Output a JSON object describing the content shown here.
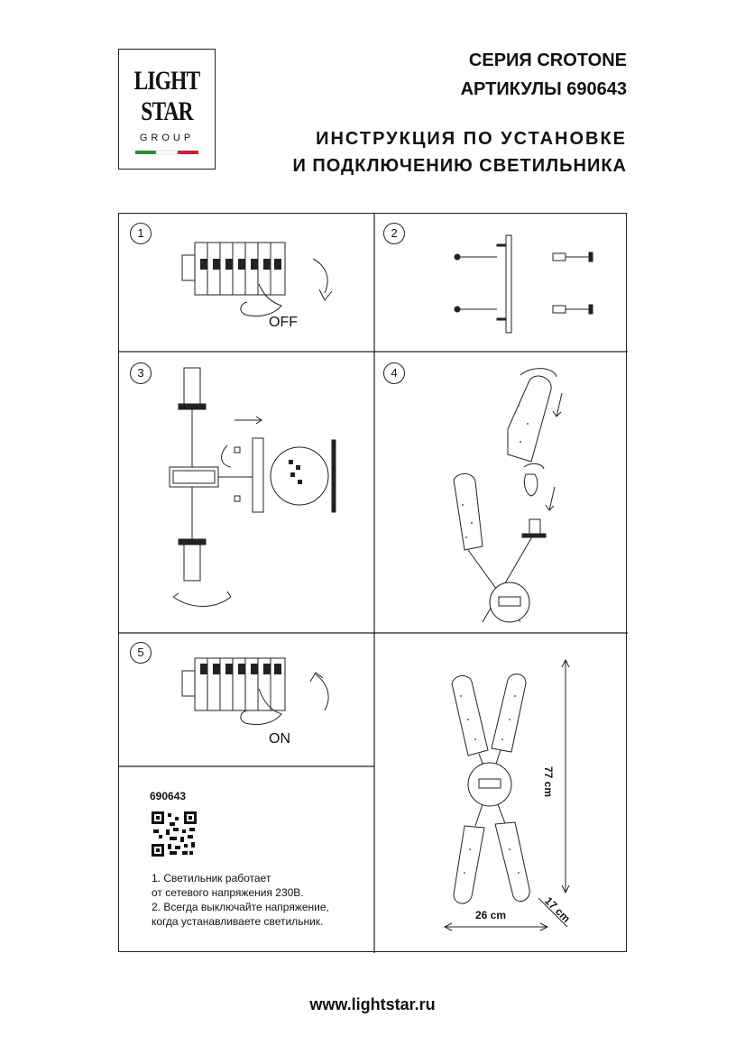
{
  "brand": {
    "logo_line1": "LIGHT",
    "logo_line2": "STAR",
    "logo_line3": "GROUP",
    "flag_colors": [
      "#2e8b3a",
      "#ffffff",
      "#c8202f"
    ]
  },
  "header": {
    "series": "СЕРИЯ CROTONE",
    "article": "АРТИКУЛЫ 690643",
    "title_line1": "ИНСТРУКЦИЯ ПО УСТАНОВКЕ",
    "title_line2": "И ПОДКЛЮЧЕНИЮ СВЕТИЛЬНИКА"
  },
  "steps": [
    {
      "number": "1",
      "label": "OFF",
      "icon": "circuit-breaker-off-icon"
    },
    {
      "number": "2",
      "label": "",
      "icon": "mounting-plate-screws-icon"
    },
    {
      "number": "3",
      "label": "",
      "icon": "wall-mount-wiring-icon"
    },
    {
      "number": "4",
      "label": "",
      "icon": "lamp-shade-install-icon"
    },
    {
      "number": "5",
      "label": "ON",
      "icon": "circuit-breaker-on-icon"
    }
  ],
  "info": {
    "model_code": "690643",
    "note_line1": "1. Светильник работает",
    "note_line2": "от сетевого напряжения 230В.",
    "note_line3": "2. Всегда выключайте напряжение,",
    "note_line4": "когда устанавливаете светильник."
  },
  "dimensions": {
    "height": "77 cm",
    "depth": "17 cm",
    "width": "26 cm"
  },
  "footer": {
    "website": "www.lightstar.ru"
  }
}
